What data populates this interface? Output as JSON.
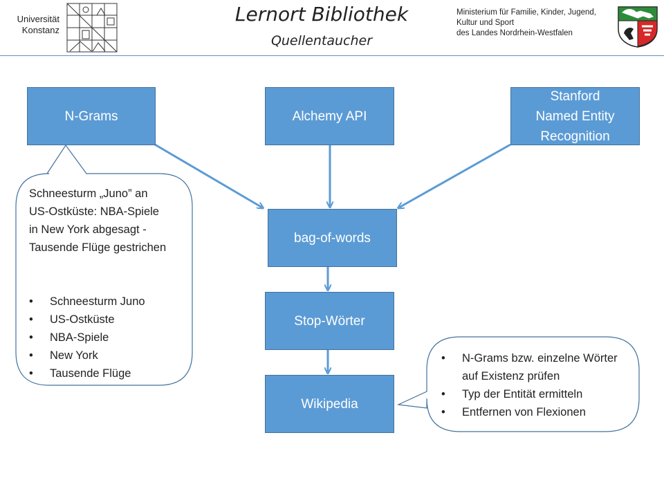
{
  "header": {
    "university": {
      "line1": "Universität",
      "line2": "Konstanz"
    },
    "title": "Lernort Bibliothek",
    "subtitle": "Quellentaucher",
    "ministry": {
      "line1": "Ministerium für Familie, Kinder, Jugend,",
      "line2": "Kultur und Sport",
      "line3": "des Landes Nordrhein-Westfalen"
    }
  },
  "nodes": {
    "ngrams": "N-Grams",
    "alchemy": "Alchemy API",
    "stanford": {
      "line1": "Stanford",
      "line2": "Named Entity",
      "line3": "Recognition"
    },
    "bag": "bag-of-words",
    "stop": "Stop-Wörter",
    "wikipedia": "Wikipedia"
  },
  "example_callout": {
    "headline": [
      "Schneesturm „Juno” an",
      "US-Ostküste: NBA-Spiele",
      "in New York abgesagt -",
      "Tausende  Flüge gestrichen"
    ],
    "items": [
      "Schneesturm Juno",
      "US-Ostküste",
      "NBA-Spiele",
      "New York",
      "Tausende  Flüge"
    ]
  },
  "wiki_callout": {
    "items": [
      "N-Grams bzw. einzelne Wörter auf Existenz prüfen",
      "Typ der Entität ermitteln",
      "Entfernen  von Flexionen"
    ]
  },
  "colors": {
    "box_fill": "#5b9bd5",
    "box_border": "#41719c",
    "arrow": "#5b9bd5",
    "callout_border": "#41719c"
  }
}
